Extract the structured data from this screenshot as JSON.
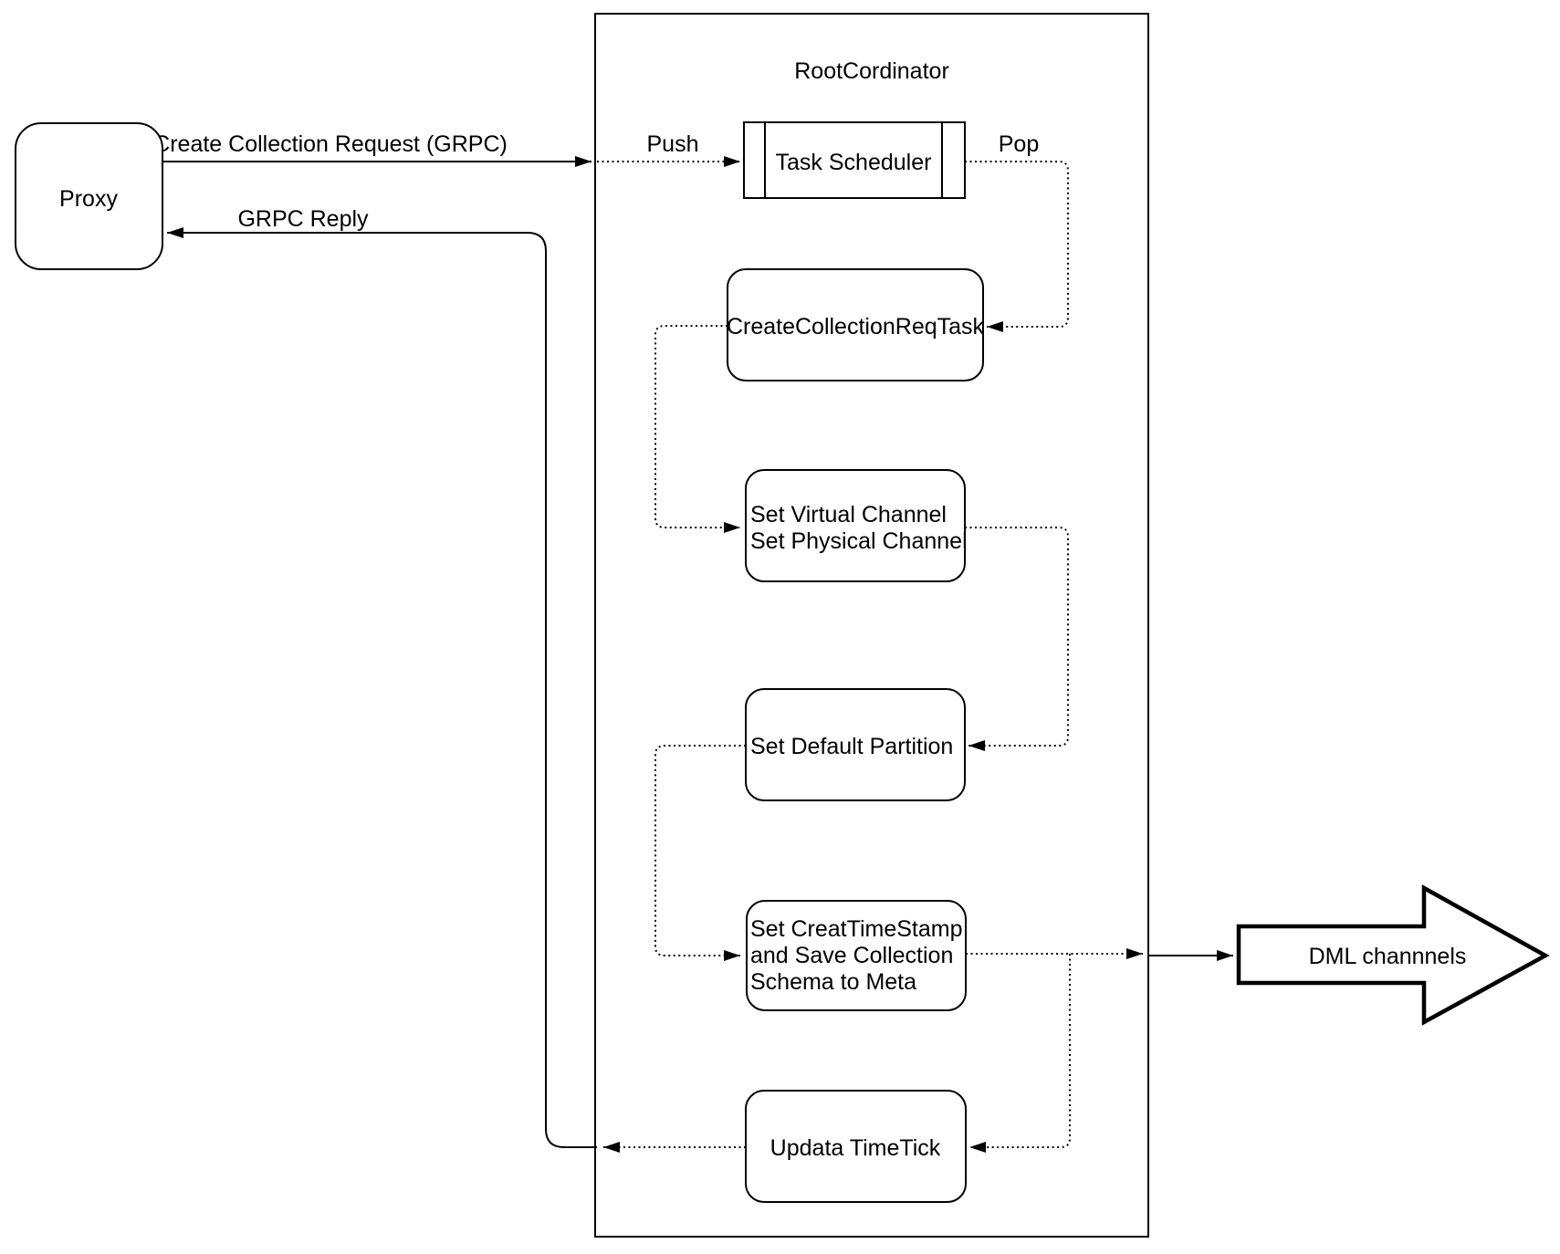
{
  "diagram": {
    "container": {
      "title": "RootCordinator"
    },
    "nodes": {
      "proxy": {
        "label": "Proxy"
      },
      "task_scheduler": {
        "label": "Task Scheduler"
      },
      "create_collection_req_task": {
        "label": "CreateCollectionReqTask"
      },
      "set_channels": {
        "lines": [
          "Set Virtual Channel",
          "Set Physical Channel"
        ]
      },
      "set_default_partition": {
        "label": "Set Default Partition"
      },
      "set_timestamp_save_schema": {
        "lines": [
          "Set CreatTimeStamp",
          "and Save Collection",
          "Schema to Meta"
        ]
      },
      "update_timetick": {
        "label": "Updata TimeTick"
      },
      "dml_channels": {
        "label": "DML channnels"
      }
    },
    "edges": {
      "create_collection_request": {
        "label": "Create Collection Request (GRPC)"
      },
      "grpc_reply": {
        "label": "GRPC Reply"
      },
      "push": {
        "label": "Push"
      },
      "pop": {
        "label": "Pop"
      }
    },
    "colors": {
      "stroke": "#000000",
      "background": "#ffffff"
    }
  }
}
